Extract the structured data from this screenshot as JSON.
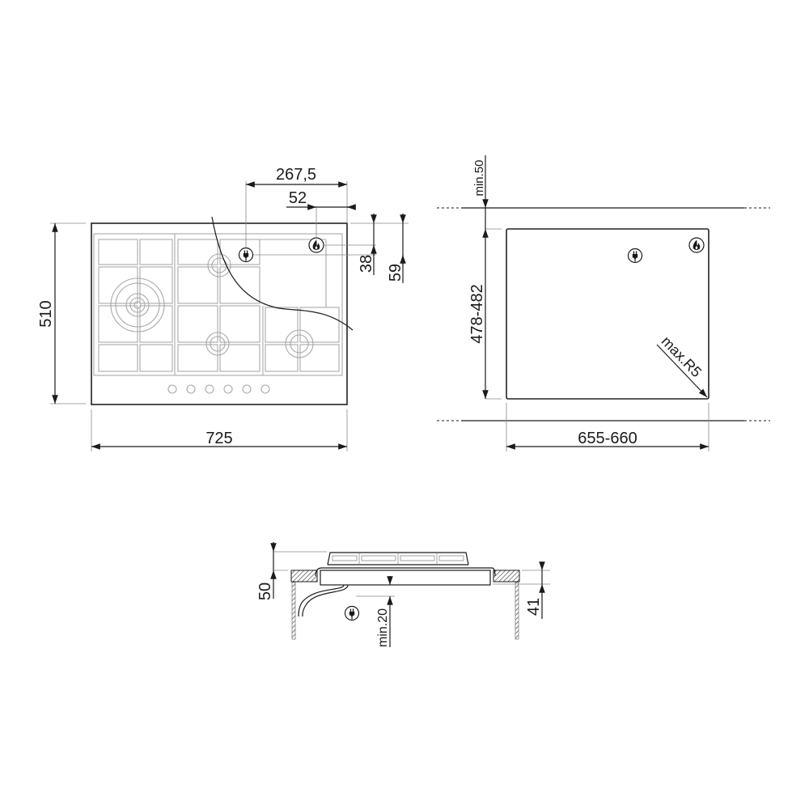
{
  "top_view": {
    "width_label": "725",
    "height_label": "510",
    "plug_offset_label": "267,5",
    "gas_offset_label": "52",
    "gas_depth_label": "38",
    "plug_depth_label": "59",
    "burners": [
      "triple-crown",
      "semi-rapid",
      "auxiliary",
      "semi-rapid"
    ],
    "knob_count": 6
  },
  "cutout_view": {
    "width_label": "655-660",
    "height_label": "478-482",
    "rear_clearance_label": "min.50",
    "corner_radius_label": "max.R5"
  },
  "side_view": {
    "total_height_label": "50",
    "body_depth_label": "41",
    "min_clearance_label": "min.20"
  },
  "icons": {
    "plug": "electric-plug-icon",
    "gas": "gas-flame-icon"
  },
  "colors": {
    "line": "#1a1a1a",
    "grid": "#a8a8a8"
  }
}
